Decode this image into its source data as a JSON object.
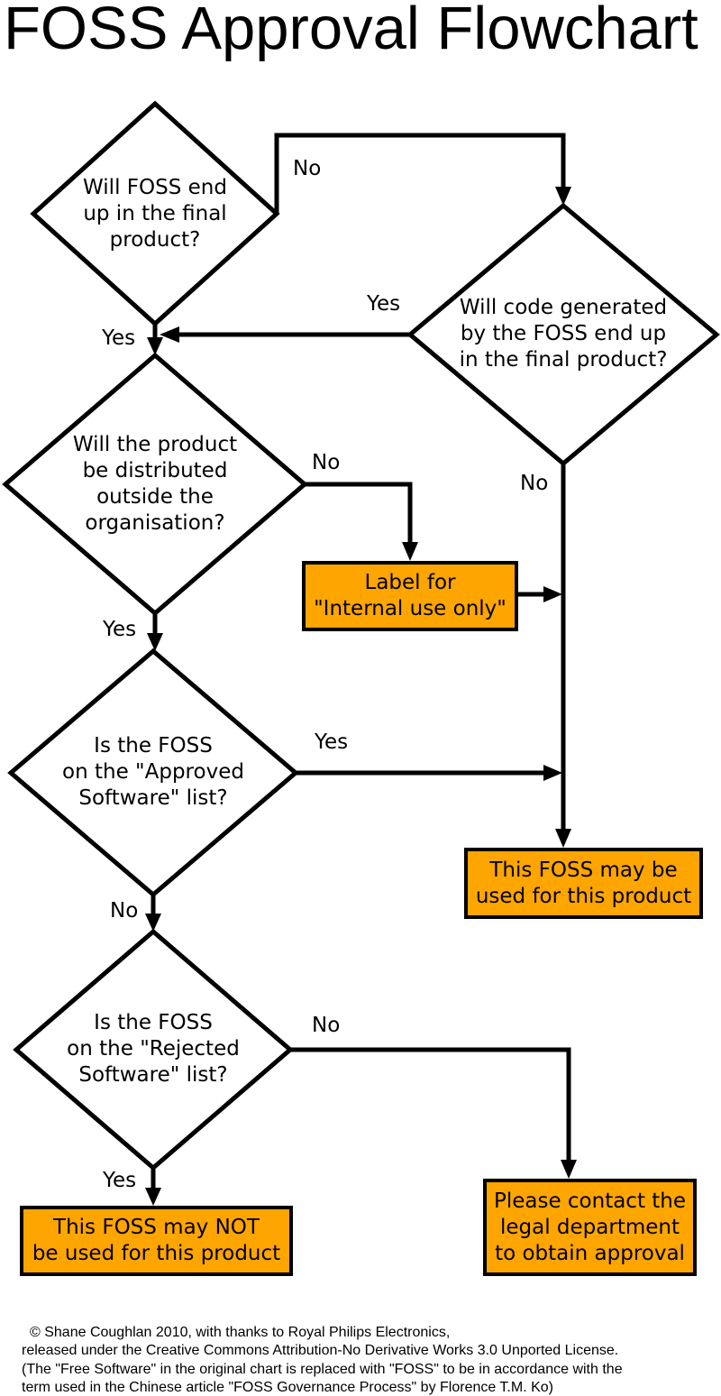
{
  "title": "FOSS Approval Flowchart",
  "colors": {
    "result_box_fill": "#FFA500",
    "stroke": "#000000",
    "background": "#FFFFFF"
  },
  "nodes": {
    "d1": {
      "type": "decision",
      "lines": [
        "Will FOSS end",
        "up in the final",
        "product?"
      ]
    },
    "d2": {
      "type": "decision",
      "lines": [
        "Will code generated",
        "by the FOSS end up",
        "in the final product?"
      ]
    },
    "d3": {
      "type": "decision",
      "lines": [
        "Will the product",
        "be distributed",
        "outside the",
        "organisation?"
      ]
    },
    "d4": {
      "type": "decision",
      "lines": [
        "Is the FOSS",
        "on the \"Approved",
        "Software\" list?"
      ]
    },
    "d5": {
      "type": "decision",
      "lines": [
        "Is the FOSS",
        "on the \"Rejected",
        "Software\" list?"
      ]
    },
    "b1": {
      "type": "result",
      "lines": [
        "Label for",
        "\"Internal use only\""
      ]
    },
    "b2": {
      "type": "result",
      "lines": [
        "This FOSS may be",
        "used for this product"
      ]
    },
    "b3": {
      "type": "result",
      "lines": [
        "This FOSS may NOT",
        "be used for this product"
      ]
    },
    "b4": {
      "type": "result",
      "lines": [
        "Please contact the",
        "legal department",
        "to obtain approval"
      ]
    }
  },
  "labels": {
    "d1_no": "No",
    "d1_yes": "Yes",
    "d2_yes": "Yes",
    "d2_no": "No",
    "d3_no": "No",
    "d3_yes": "Yes",
    "d4_yes": "Yes",
    "d4_no": "No",
    "d5_no": "No",
    "d5_yes": "Yes"
  },
  "footer": {
    "lines": [
      "© Shane Coughlan 2010, with thanks to Royal Philips Electronics,",
      "released under the Creative Commons Attribution-No Derivative Works 3.0 Unported License.",
      "(The \"Free Software\" in the original chart is replaced with \"FOSS\" to be in accordance with the",
      "term used in the Chinese article \"FOSS Governance Process\" by Florence T.M. Ko)"
    ]
  }
}
